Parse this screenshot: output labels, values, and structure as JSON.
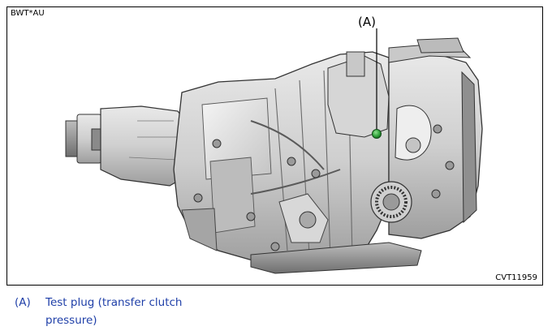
{
  "figure": {
    "code": "BWT*AU",
    "id": "CVT11959",
    "callout": "(A)",
    "highlight_color": "#2fa33a"
  },
  "legend": [
    {
      "key": "(A)",
      "text": "Test plug (transfer clutch pressure)"
    }
  ]
}
